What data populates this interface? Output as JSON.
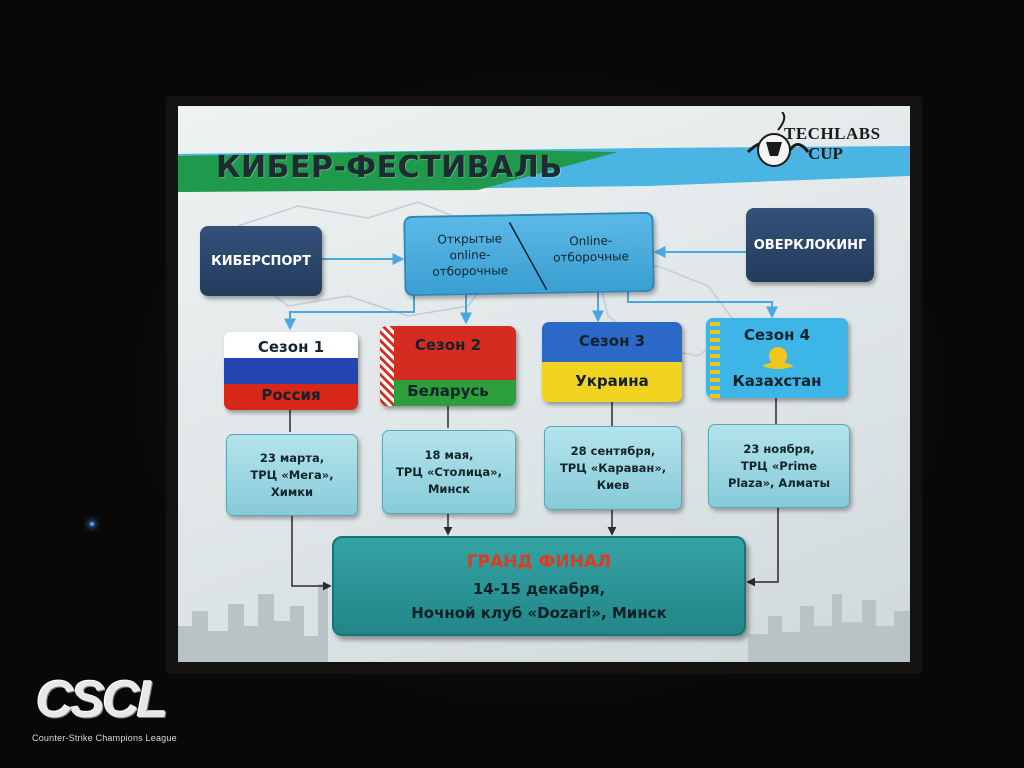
{
  "slide": {
    "title": "КИБЕР-ФЕСТИВАЛЬ",
    "logo_line1": "TECHLABS",
    "logo_line2": "CUP"
  },
  "left_box": "КИБЕРСПОРТ",
  "right_box": "ОВЕРКЛОКИНГ",
  "qualifiers": {
    "open_online": "Открытые\nonline-\nотборочные",
    "online": "Online-\nотборочные"
  },
  "seasons": [
    {
      "season": "Сезон 1",
      "country": "Россия",
      "flag_colors": [
        "#ffffff",
        "#2446b0",
        "#d62718"
      ],
      "details": "23 марта,\nТРЦ «Мега»,\nХимки"
    },
    {
      "season": "Сезон 2",
      "country": "Беларусь",
      "flag_colors": [
        "#d62b20",
        "#2c9e3a"
      ],
      "details": "18 мая,\nТРЦ «Столица»,\nМинск"
    },
    {
      "season": "Сезон 3",
      "country": "Украина",
      "flag_colors": [
        "#2c68c8",
        "#f1d322"
      ],
      "details": "28 сентября,\nТРЦ «Караван»,\nКиев"
    },
    {
      "season": "Сезон 4",
      "country": "Казахстан",
      "flag_colors": [
        "#3db5e6",
        "#f2c71d"
      ],
      "details": "23 ноября,\nТРЦ «Prime\nPlaza», Алматы"
    }
  ],
  "final": {
    "title": "ГРАНД ФИНАЛ",
    "dates": "14-15 декабря,",
    "venue": "Ночной клуб «Dozari», Минск"
  },
  "watermark": {
    "letters": "CSCL",
    "caption": "Counter-Strike Champions League"
  },
  "colors": {
    "title_band": "#1f9a4c",
    "title_band_blue": "#4ab4e2",
    "dark_box": "#2a4668",
    "final_box": "#2a9597",
    "final_title": "#e23a1c",
    "arrow_blue": "#4aa7e0"
  }
}
